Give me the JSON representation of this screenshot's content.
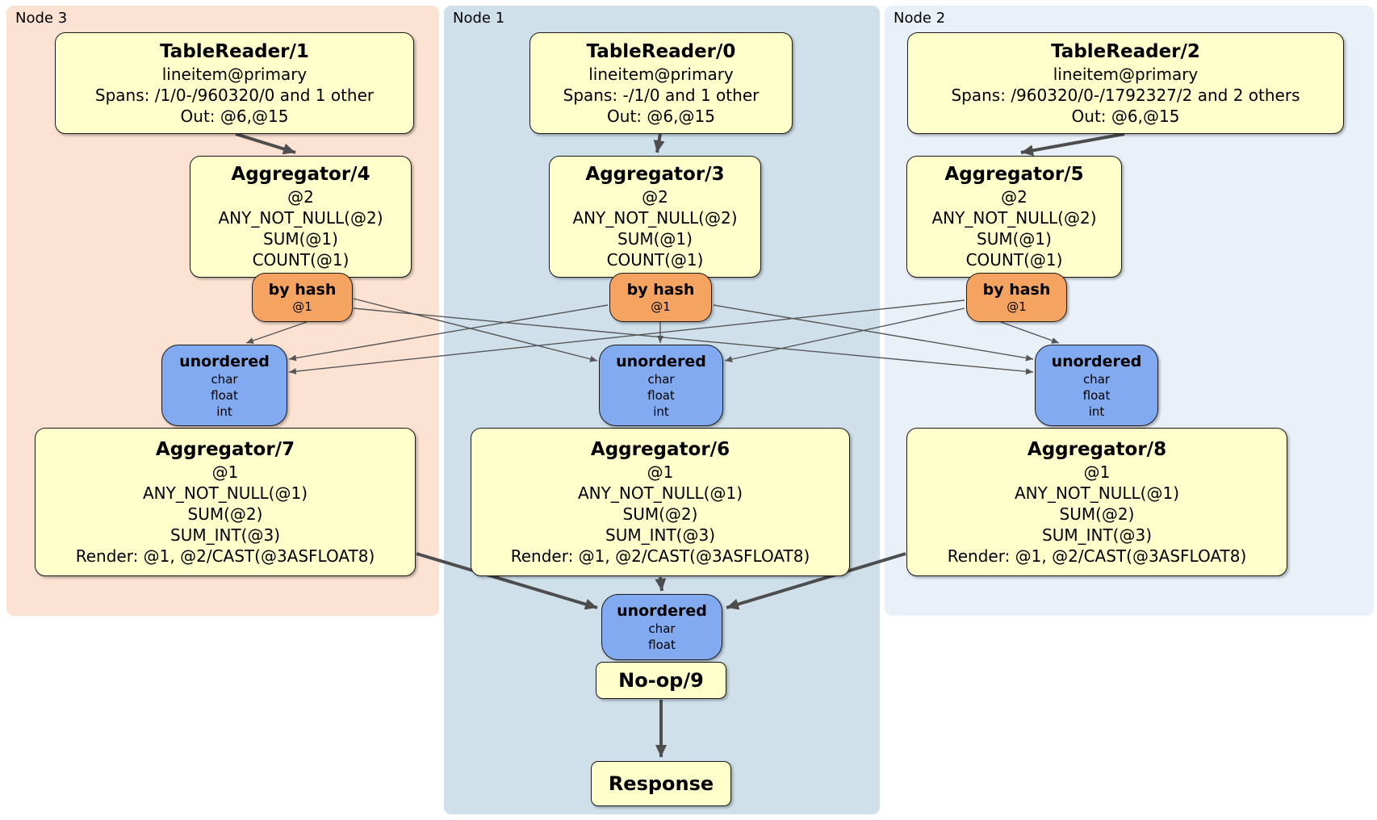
{
  "nodes": [
    {
      "label": "Node 3"
    },
    {
      "label": "Node 1"
    },
    {
      "label": "Node 2"
    }
  ],
  "processors": {
    "tablereader1": {
      "title": "TableReader/1",
      "lines": [
        "lineitem@primary",
        "Spans: /1/0-/960320/0 and 1 other",
        "Out: @6,@15"
      ]
    },
    "tablereader0": {
      "title": "TableReader/0",
      "lines": [
        "lineitem@primary",
        "Spans: -/1/0 and 1 other",
        "Out: @6,@15"
      ]
    },
    "tablereader2": {
      "title": "TableReader/2",
      "lines": [
        "lineitem@primary",
        "Spans: /960320/0-/1792327/2 and 2 others",
        "Out: @6,@15"
      ]
    },
    "aggregator4": {
      "title": "Aggregator/4",
      "lines": [
        "@2",
        "ANY_NOT_NULL(@2)",
        "SUM(@1)",
        "COUNT(@1)"
      ]
    },
    "aggregator3": {
      "title": "Aggregator/3",
      "lines": [
        "@2",
        "ANY_NOT_NULL(@2)",
        "SUM(@1)",
        "COUNT(@1)"
      ]
    },
    "aggregator5": {
      "title": "Aggregator/5",
      "lines": [
        "@2",
        "ANY_NOT_NULL(@2)",
        "SUM(@1)",
        "COUNT(@1)"
      ]
    },
    "aggregator7": {
      "title": "Aggregator/7",
      "lines": [
        "@1",
        "ANY_NOT_NULL(@1)",
        "SUM(@2)",
        "SUM_INT(@3)",
        "Render: @1, @2/CAST(@3ASFLOAT8)"
      ]
    },
    "aggregator6": {
      "title": "Aggregator/6",
      "lines": [
        "@1",
        "ANY_NOT_NULL(@1)",
        "SUM(@2)",
        "SUM_INT(@3)",
        "Render: @1, @2/CAST(@3ASFLOAT8)"
      ]
    },
    "aggregator8": {
      "title": "Aggregator/8",
      "lines": [
        "@1",
        "ANY_NOT_NULL(@1)",
        "SUM(@2)",
        "SUM_INT(@3)",
        "Render: @1, @2/CAST(@3ASFLOAT8)"
      ]
    },
    "noop9": {
      "title": "No-op/9"
    },
    "response": {
      "title": "Response"
    }
  },
  "routers": {
    "hash1": {
      "label": "by hash",
      "sub": "@1"
    },
    "hash2": {
      "label": "by hash",
      "sub": "@1"
    },
    "hash3": {
      "label": "by hash",
      "sub": "@1"
    }
  },
  "synchronizers": {
    "unordered1": {
      "label": "unordered",
      "items": [
        "char",
        "float",
        "int"
      ]
    },
    "unordered2": {
      "label": "unordered",
      "items": [
        "char",
        "float",
        "int"
      ]
    },
    "unordered3": {
      "label": "unordered",
      "items": [
        "char",
        "float",
        "int"
      ]
    },
    "unordered_final": {
      "label": "unordered",
      "items": [
        "char",
        "float"
      ]
    }
  },
  "colors": {
    "node3_bg": "#fce2d2",
    "node1_bg": "#cfe0eb",
    "node2_bg": "#e9f0f8",
    "processor_bg": "#ffffcc",
    "router_bg": "#f4a460",
    "sync_bg": "#82aaf0",
    "edge": "#4d4d4d"
  }
}
